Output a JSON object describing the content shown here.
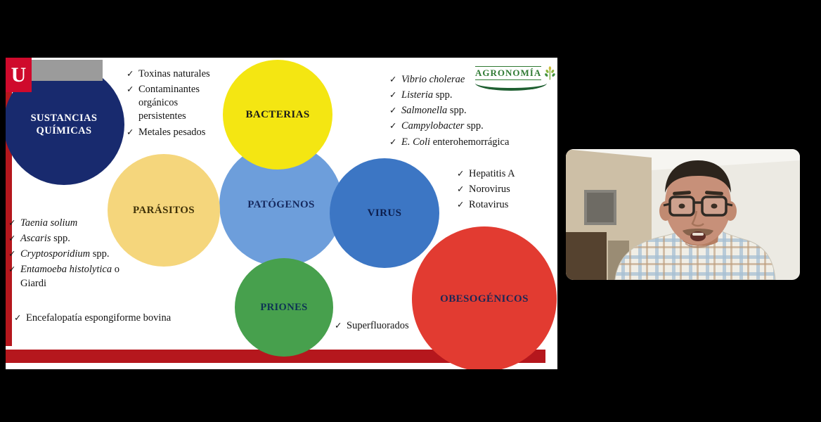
{
  "slide": {
    "logo": {
      "u": "U"
    },
    "agronomia": {
      "label": "AGRONOMÍA"
    },
    "icons": {
      "check": "✓"
    },
    "colors": {
      "accent_red": "#b5171d",
      "agronomia_green": "#2f7a33"
    },
    "circles": {
      "sustancias": {
        "label": "SUSTANCIAS QUÍMICAS",
        "color": "#182a6e",
        "text_color": "#ffffff"
      },
      "bacterias": {
        "label": "BACTERIAS",
        "color": "#f4e612",
        "text_color": "#1a1a1a"
      },
      "patogenos": {
        "label": "PATÓGENOS",
        "color": "#6d9edb",
        "text_color": "#16295e"
      },
      "parasitos": {
        "label": "PARÁSITOS",
        "color": "#f5d67c",
        "text_color": "#3f3108"
      },
      "virus": {
        "label": "VIRUS",
        "color": "#3c76c4",
        "text_color": "#0d1f4e"
      },
      "priones": {
        "label": "PRIONES",
        "color": "#47a04d",
        "text_color": "#0d3354"
      },
      "obesogenicos": {
        "label": "OBESOGÉNICOS",
        "color": "#e23b31",
        "text_color": "#1b2755"
      }
    },
    "lists": {
      "quimicas": [
        {
          "i": "",
          "r": "Toxinas naturales"
        },
        {
          "i": "",
          "r": "Contaminantes orgánicos persistentes"
        },
        {
          "i": "",
          "r": "Metales pesados"
        }
      ],
      "bacterias": [
        {
          "i": "Vibrio cholerae",
          "r": ""
        },
        {
          "i": "Listeria",
          "r": " spp."
        },
        {
          "i": "Salmonella",
          "r": " spp."
        },
        {
          "i": "Campylobacter",
          "r": " spp."
        },
        {
          "i": "E. Coli",
          "r": " enterohemorrágica"
        }
      ],
      "virus": [
        {
          "i": "",
          "r": "Hepatitis A"
        },
        {
          "i": "",
          "r": "Norovirus"
        },
        {
          "i": "",
          "r": "Rotavirus"
        }
      ],
      "parasitos": [
        {
          "i": "Taenia solium",
          "r": ""
        },
        {
          "i": "Ascaris",
          "r": " spp."
        },
        {
          "i": "Cryptosporidium",
          "r": " spp."
        },
        {
          "i": "Entamoeba histolytica",
          "r": " o Giardi"
        }
      ],
      "priones": [
        {
          "i": "",
          "r": "Encefalopatía espongiforme bovina"
        }
      ],
      "superfluorados": [
        {
          "i": "",
          "r": "Superfluorados"
        }
      ]
    }
  }
}
